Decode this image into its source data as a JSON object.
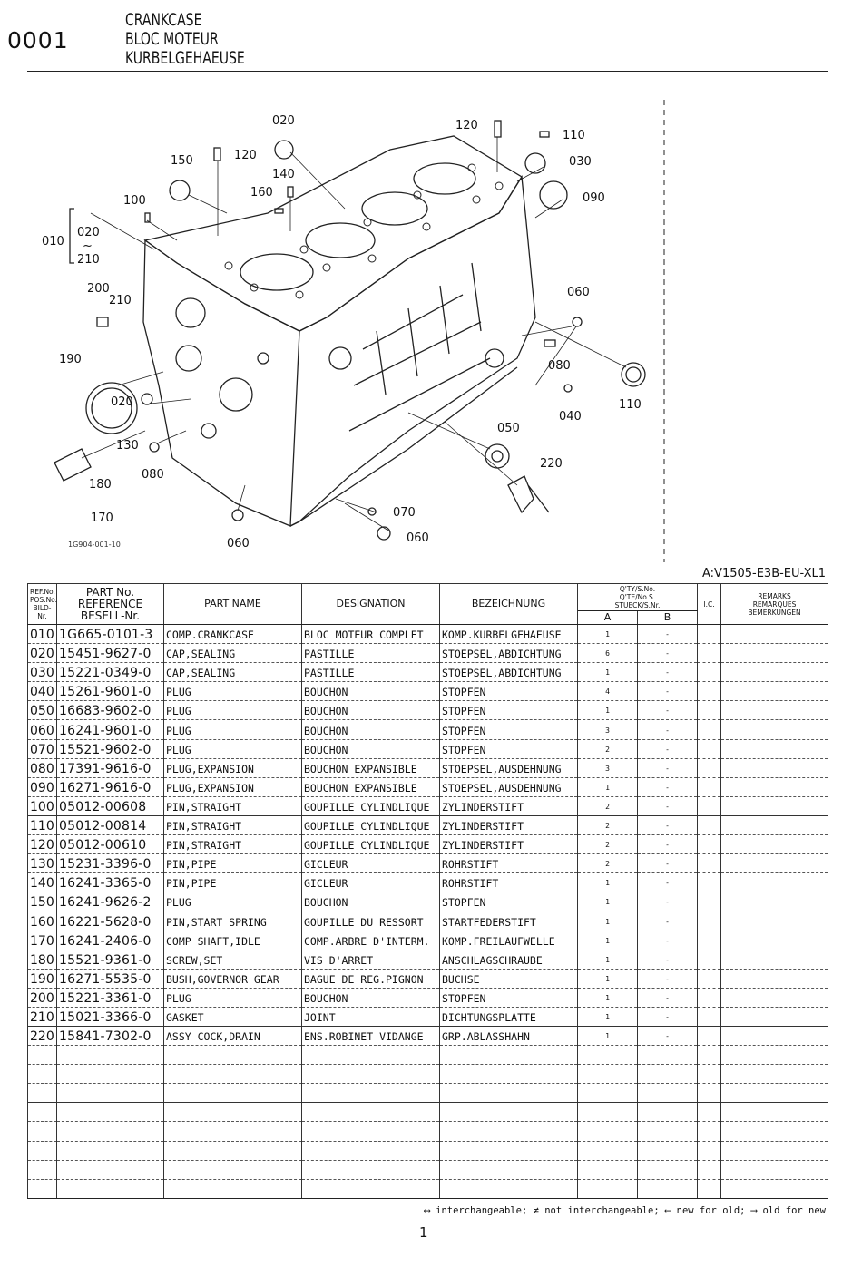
{
  "header": {
    "group_code": "0001",
    "title_en": "CRANKCASE",
    "title_fr": "BLOC MOTEUR",
    "title_de": "KURBELGEHAEUSE"
  },
  "diagram": {
    "figure_id": "1G904-001-10",
    "callouts": [
      "020",
      "120",
      "110",
      "030",
      "090",
      "150",
      "120",
      "140",
      "160",
      "100",
      "010",
      "020",
      "~",
      "210",
      "200",
      "210",
      "060",
      "190",
      "080",
      "110",
      "020",
      "040",
      "130",
      "180",
      "080",
      "050",
      "220",
      "170",
      "070",
      "060",
      "060"
    ]
  },
  "model_label": "A:V1505-E3B-EU-XL1",
  "table": {
    "headers": {
      "ref": [
        "REF.No.",
        "POS.No.",
        "BILD-Nr."
      ],
      "part_no": [
        "PART No.",
        "REFERENCE",
        "BESELL-Nr."
      ],
      "part_name": "PART NAME",
      "designation": "DESIGNATION",
      "bezeichnung": "BEZEICHNUNG",
      "qty": [
        "Q'TY/S.No.",
        "Q'TE/No.S.",
        "STUECK/S.Nr."
      ],
      "qty_a": "A",
      "qty_b": "B",
      "ic": "I.C.",
      "remarks": [
        "REMARKS",
        "REMARQUES",
        "BEMERKUNGEN"
      ]
    },
    "rows": [
      {
        "ref": "010",
        "part_no": "1G665-0101-3",
        "name": "COMP.CRANKCASE",
        "designation": "BLOC MOTEUR COMPLET",
        "bezeichnung": "KOMP.KURBELGEHAEUSE",
        "qty_a": "1",
        "qty_b": "-"
      },
      {
        "ref": "020",
        "part_no": "15451-9627-0",
        "name": "CAP,SEALING",
        "designation": "PASTILLE",
        "bezeichnung": "STOEPSEL,ABDICHTUNG",
        "qty_a": "6",
        "qty_b": "-"
      },
      {
        "ref": "030",
        "part_no": "15221-0349-0",
        "name": "CAP,SEALING",
        "designation": "PASTILLE",
        "bezeichnung": "STOEPSEL,ABDICHTUNG",
        "qty_a": "1",
        "qty_b": "-"
      },
      {
        "ref": "040",
        "part_no": "15261-9601-0",
        "name": "PLUG",
        "designation": "BOUCHON",
        "bezeichnung": "STOPFEN",
        "qty_a": "4",
        "qty_b": "-"
      },
      {
        "ref": "050",
        "part_no": "16683-9602-0",
        "name": "PLUG",
        "designation": "BOUCHON",
        "bezeichnung": "STOPFEN",
        "qty_a": "1",
        "qty_b": "-"
      },
      {
        "ref": "060",
        "part_no": "16241-9601-0",
        "name": "PLUG",
        "designation": "BOUCHON",
        "bezeichnung": "STOPFEN",
        "qty_a": "3",
        "qty_b": "-"
      },
      {
        "ref": "070",
        "part_no": "15521-9602-0",
        "name": "PLUG",
        "designation": "BOUCHON",
        "bezeichnung": "STOPFEN",
        "qty_a": "2",
        "qty_b": "-"
      },
      {
        "ref": "080",
        "part_no": "17391-9616-0",
        "name": "PLUG,EXPANSION",
        "designation": "BOUCHON EXPANSIBLE",
        "bezeichnung": "STOEPSEL,AUSDEHNUNG",
        "qty_a": "3",
        "qty_b": "-"
      },
      {
        "ref": "090",
        "part_no": "16271-9616-0",
        "name": "PLUG,EXPANSION",
        "designation": "BOUCHON EXPANSIBLE",
        "bezeichnung": "STOEPSEL,AUSDEHNUNG",
        "qty_a": "1",
        "qty_b": "-"
      },
      {
        "ref": "100",
        "part_no": "05012-00608",
        "name": "PIN,STRAIGHT",
        "designation": "GOUPILLE CYLINDLIQUE",
        "bezeichnung": "ZYLINDERSTIFT",
        "qty_a": "2",
        "qty_b": "-"
      },
      {
        "ref": "110",
        "part_no": "05012-00814",
        "name": "PIN,STRAIGHT",
        "designation": "GOUPILLE CYLINDLIQUE",
        "bezeichnung": "ZYLINDERSTIFT",
        "qty_a": "2",
        "qty_b": "-"
      },
      {
        "ref": "120",
        "part_no": "05012-00610",
        "name": "PIN,STRAIGHT",
        "designation": "GOUPILLE CYLINDLIQUE",
        "bezeichnung": "ZYLINDERSTIFT",
        "qty_a": "2",
        "qty_b": "-"
      },
      {
        "ref": "130",
        "part_no": "15231-3396-0",
        "name": "PIN,PIPE",
        "designation": "GICLEUR",
        "bezeichnung": "ROHRSTIFT",
        "qty_a": "2",
        "qty_b": "-"
      },
      {
        "ref": "140",
        "part_no": "16241-3365-0",
        "name": "PIN,PIPE",
        "designation": "GICLEUR",
        "bezeichnung": "ROHRSTIFT",
        "qty_a": "1",
        "qty_b": "-"
      },
      {
        "ref": "150",
        "part_no": "16241-9626-2",
        "name": "PLUG",
        "designation": "BOUCHON",
        "bezeichnung": "STOPFEN",
        "qty_a": "1",
        "qty_b": "-"
      },
      {
        "ref": "160",
        "part_no": "16221-5628-0",
        "name": "PIN,START SPRING",
        "designation": "GOUPILLE DU RESSORT",
        "bezeichnung": "STARTFEDERSTIFT",
        "qty_a": "1",
        "qty_b": "-"
      },
      {
        "ref": "170",
        "part_no": "16241-2406-0",
        "name": "COMP SHAFT,IDLE",
        "designation": "COMP.ARBRE D'INTERM.",
        "bezeichnung": "KOMP.FREILAUFWELLE",
        "qty_a": "1",
        "qty_b": "-"
      },
      {
        "ref": "180",
        "part_no": "15521-9361-0",
        "name": "SCREW,SET",
        "designation": "VIS D'ARRET",
        "bezeichnung": "ANSCHLAGSCHRAUBE",
        "qty_a": "1",
        "qty_b": "-"
      },
      {
        "ref": "190",
        "part_no": "16271-5535-0",
        "name": "BUSH,GOVERNOR GEAR",
        "designation": "BAGUE DE REG.PIGNON",
        "bezeichnung": "BUCHSE",
        "qty_a": "1",
        "qty_b": "-"
      },
      {
        "ref": "200",
        "part_no": "15221-3361-0",
        "name": "PLUG",
        "designation": "BOUCHON",
        "bezeichnung": "STOPFEN",
        "qty_a": "1",
        "qty_b": "-"
      },
      {
        "ref": "210",
        "part_no": "15021-3366-0",
        "name": "GASKET",
        "designation": "JOINT",
        "bezeichnung": "DICHTUNGSPLATTE",
        "qty_a": "1",
        "qty_b": "-"
      },
      {
        "ref": "220",
        "part_no": "15841-7302-0",
        "name": "ASSY COCK,DRAIN",
        "designation": "ENS.ROBINET VIDANGE",
        "bezeichnung": "GRP.ABLASSHAHN",
        "qty_a": "1",
        "qty_b": "-"
      }
    ],
    "empty_rows": 8
  },
  "legend": "⟷ interchangeable; ≠ not interchangeable; ⟵ new for old; ⟶ old for new",
  "page_number": "1"
}
